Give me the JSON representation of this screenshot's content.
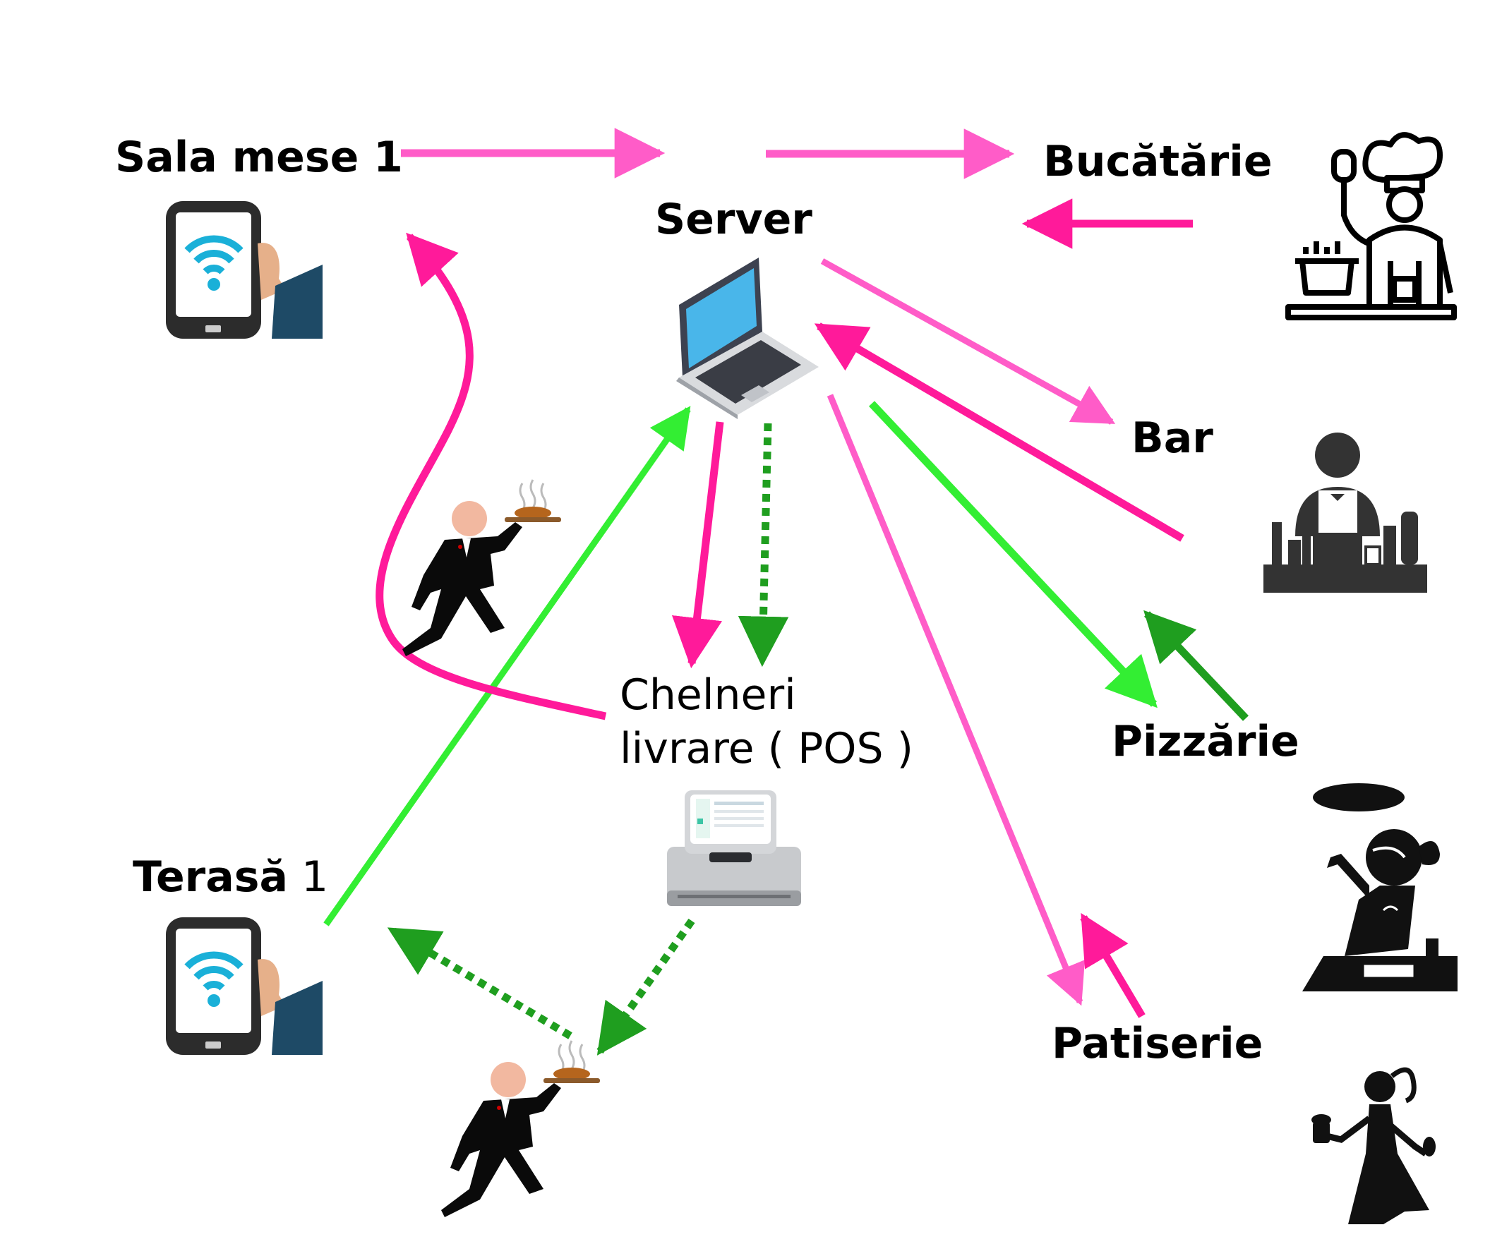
{
  "nodes": {
    "sala_mese": {
      "label_bold": "Sala mese 1",
      "icon": "phone-wifi-icon"
    },
    "terasa": {
      "label_bold": "Terasă",
      "label_regular": " 1",
      "icon": "phone-wifi-icon"
    },
    "server": {
      "label": "Server",
      "icon": "laptop-icon"
    },
    "chelneri": {
      "line1": "Chelneri",
      "line2": "livrare ( POS )",
      "icon": "pos-terminal-icon"
    },
    "bucatarie": {
      "label": "Bucătărie",
      "icon": "chef-icon"
    },
    "bar": {
      "label": "Bar",
      "icon": "bartender-icon"
    },
    "pizzarie": {
      "label": "Pizzărie",
      "icon": "pizza-chef-icon"
    },
    "patiserie": {
      "label": "Patiserie",
      "icon": "pastry-chef-icon"
    },
    "waiter_top": {
      "icon": "waiter-icon"
    },
    "waiter_bottom": {
      "icon": "waiter-icon"
    }
  },
  "colors": {
    "pink": "#ff5cc8",
    "magenta": "#ff1a9a",
    "green": "#33ee33",
    "dark_green": "#1f9e1f",
    "wifi": "#1ab0d8"
  }
}
